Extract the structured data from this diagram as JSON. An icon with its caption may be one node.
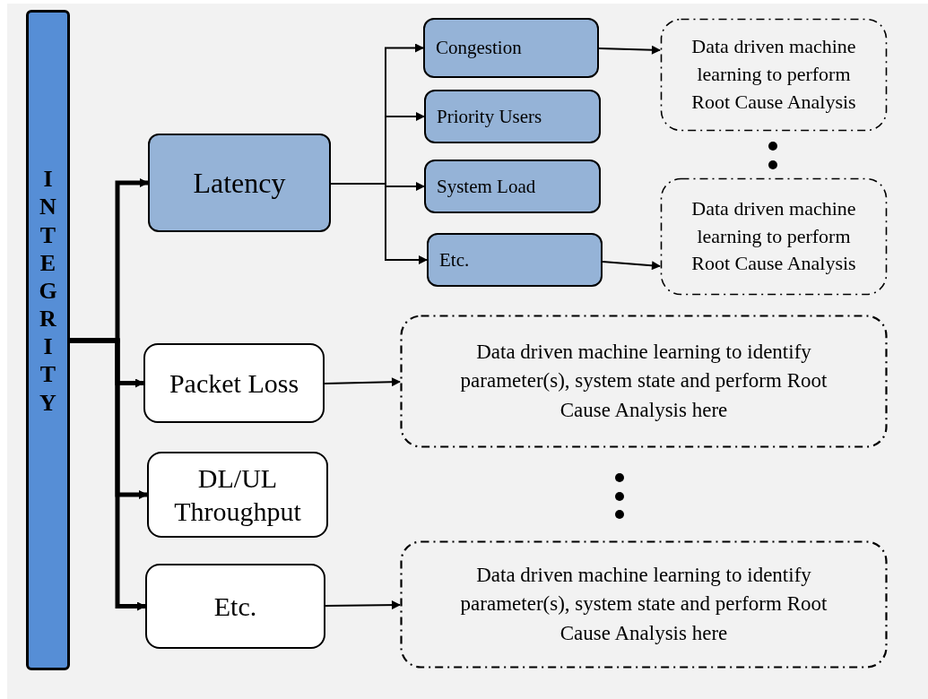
{
  "diagram": {
    "nodes": [
      {
        "text": [
          "INTEGRITY"
        ]
      },
      {
        "text": [
          "Latency"
        ]
      },
      {
        "text": [
          "Packet Loss"
        ]
      },
      {
        "text": [
          "DL/UL Throughput"
        ]
      },
      {
        "text": [
          "Etc."
        ]
      },
      {
        "text": [
          "Congestion"
        ]
      },
      {
        "text": [
          "Priority Users"
        ]
      },
      {
        "text": [
          "System Load"
        ]
      },
      {
        "text": [
          "Etc."
        ]
      },
      {
        "text": [
          "Data driven machine learning to perform Root Cause Analysis"
        ]
      },
      {
        "text": [
          "Data driven machine learning to perform Root Cause Analysis"
        ]
      },
      {
        "text": [
          "Data driven machine learning to identify parameter(s), system state and perform Root Cause Analysis here"
        ]
      },
      {
        "text": [
          "Data driven machine learning to identify parameter(s), system state and perform Root Cause Analysis here"
        ]
      }
    ],
    "edges": [
      {
        "from": 0,
        "to": 1,
        "arrow": "to",
        "style": "thick"
      },
      {
        "from": 0,
        "to": 2,
        "arrow": "to",
        "style": "thick"
      },
      {
        "from": 0,
        "to": 3,
        "arrow": "to",
        "style": "thick"
      },
      {
        "from": 0,
        "to": 4,
        "arrow": "to",
        "style": "thick"
      },
      {
        "from": 1,
        "to": 5,
        "arrow": "to"
      },
      {
        "from": 1,
        "to": 6,
        "arrow": "to"
      },
      {
        "from": 1,
        "to": 7,
        "arrow": "to"
      },
      {
        "from": 1,
        "to": 8,
        "arrow": "to"
      },
      {
        "from": 5,
        "to": 9,
        "arrow": "to"
      },
      {
        "from": 8,
        "to": 10,
        "arrow": "to"
      },
      {
        "from": 2,
        "to": 11,
        "arrow": "to"
      },
      {
        "from": 4,
        "to": 12,
        "arrow": "to"
      }
    ]
  }
}
